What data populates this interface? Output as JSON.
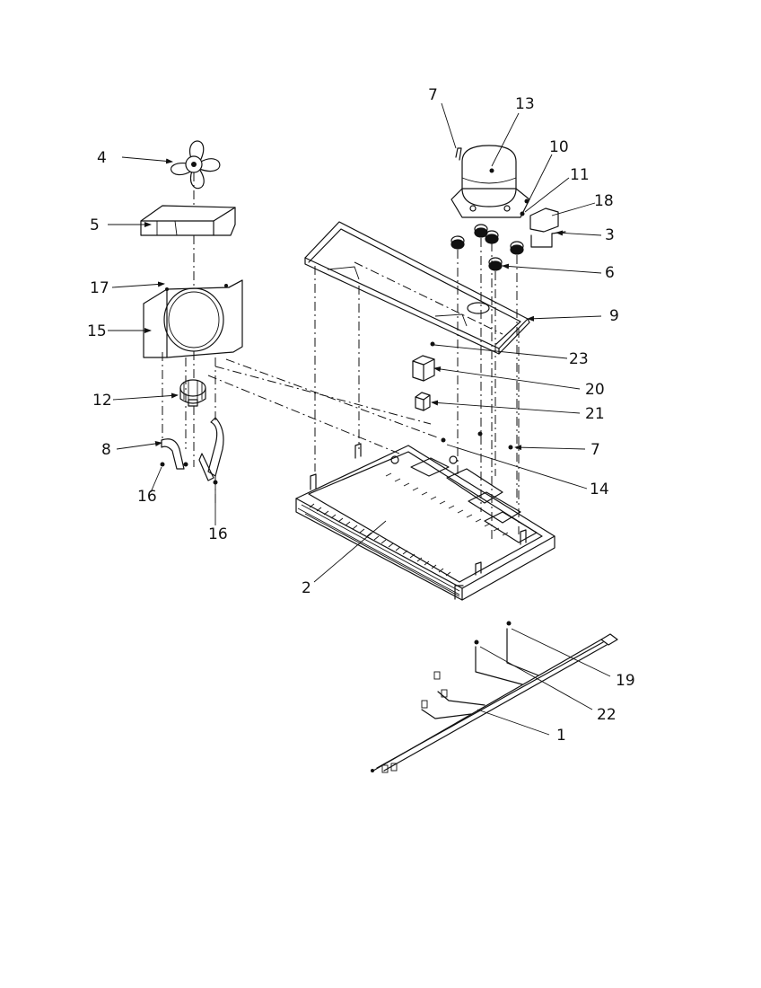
{
  "callouts": [
    {
      "id": "c1",
      "label": "1"
    },
    {
      "id": "c2",
      "label": "2"
    },
    {
      "id": "c3",
      "label": "3"
    },
    {
      "id": "c4",
      "label": "4"
    },
    {
      "id": "c5",
      "label": "5"
    },
    {
      "id": "c6",
      "label": "6"
    },
    {
      "id": "c7a",
      "label": "7"
    },
    {
      "id": "c7b",
      "label": "7"
    },
    {
      "id": "c8",
      "label": "8"
    },
    {
      "id": "c9",
      "label": "9"
    },
    {
      "id": "c10",
      "label": "10"
    },
    {
      "id": "c11",
      "label": "11"
    },
    {
      "id": "c12",
      "label": "12"
    },
    {
      "id": "c13",
      "label": "13"
    },
    {
      "id": "c14",
      "label": "14"
    },
    {
      "id": "c15",
      "label": "15"
    },
    {
      "id": "c16a",
      "label": "16"
    },
    {
      "id": "c16b",
      "label": "16"
    },
    {
      "id": "c17",
      "label": "17"
    },
    {
      "id": "c18",
      "label": "18"
    },
    {
      "id": "c19",
      "label": "19"
    },
    {
      "id": "c20",
      "label": "20"
    },
    {
      "id": "c21",
      "label": "21"
    },
    {
      "id": "c22",
      "label": "22"
    },
    {
      "id": "c23",
      "label": "23"
    }
  ]
}
